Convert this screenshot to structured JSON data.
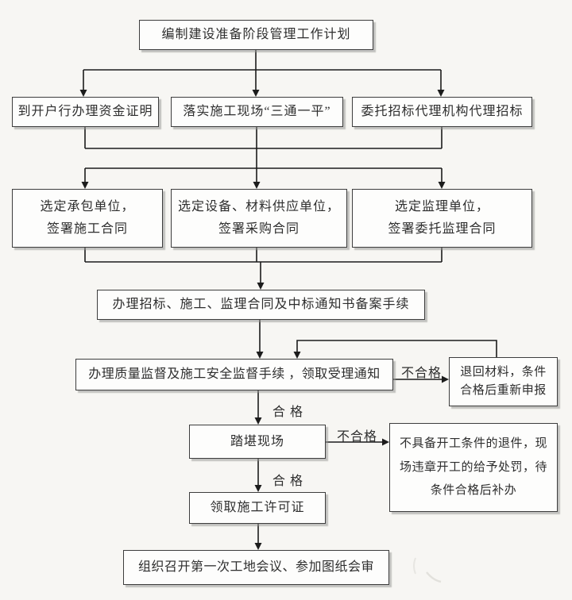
{
  "nodes": {
    "plan": {
      "label": "编制建设准备阶段管理工作计划"
    },
    "fund": {
      "label": "到开户行办理资金证明"
    },
    "site": {
      "label": "落实施工现场“三通一平”"
    },
    "agency": {
      "label": "委托招标代理机构代理招标"
    },
    "contractor": {
      "line1": "选定承包单位，",
      "line2": "签署施工合同"
    },
    "supplier": {
      "line1": "选定设备、材料供应单位，",
      "line2": "签署采购合同"
    },
    "supervisor": {
      "line1": "选定监理单位，",
      "line2": "签署委托监理合同"
    },
    "record": {
      "label": "办理招标、施工、监理合同及中标通知书备案手续"
    },
    "quality": {
      "label": "办理质量监督及施工安全监督手续 ，领取受理通知"
    },
    "returned": {
      "line1": "退回材料，条件",
      "line2": "合格后重新申报"
    },
    "sitevisit": {
      "label": "踏堪现场"
    },
    "penalty": {
      "line1": "不具备开工条件的退件，现",
      "line2": "场违章开工的给予处罚，待",
      "line3": "条件合格后补办"
    },
    "permit": {
      "label": "领取施工许可证"
    },
    "meeting": {
      "label": "组织召开第一次工地会议、参加图纸会审"
    }
  },
  "edge_labels": {
    "fail1": "不合格",
    "pass1": "合 格",
    "fail2": "不合格",
    "pass2": "合 格"
  },
  "colors": {
    "background": "#f7f6f3",
    "box_fill": "#fdfdfc",
    "box_border": "#3d3d3d",
    "line": "#1c1c1c",
    "text": "#2e2e2e"
  }
}
